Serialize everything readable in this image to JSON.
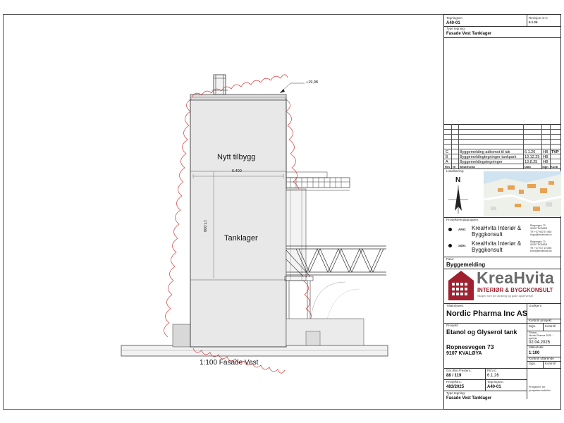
{
  "drawing": {
    "elevation_label": "+19,98",
    "width_dim": "6.400",
    "height_dim": "17.000",
    "area_top_label": "Nytt tilbygg",
    "area_main_label": "Tanklager",
    "caption": "1:100 Fasade Vest"
  },
  "titleblock": {
    "tegningsnr_label": "Tegningsnr.:",
    "tegningsnr_value": "A40-01",
    "revisjon_label": "Revisjon nr.C",
    "revisjon_value": "6.1.26",
    "type_label": "Type tegning:",
    "type_value": "Fasade Vest Tanklager",
    "revisions": [
      {
        "rev": "C",
        "desc": "Byggemelding adkomst til tak",
        "date": "6.1.26",
        "sign": "HB",
        "kontroll": "TVP"
      },
      {
        "rev": "B",
        "desc": "Byggemeldingtegninger tankpark",
        "date": "19.12.25",
        "sign": "HB",
        "kontroll": ""
      },
      {
        "rev": "A",
        "desc": "Byggemeldingstegninger",
        "date": "13.8.25",
        "sign": "HB",
        "kontroll": ""
      }
    ],
    "rev_headers": {
      "rev": "Rev",
      "nr": "Nr",
      "beskrivelse": "Beskrivelse",
      "dato": "Dato",
      "sign": "Sign",
      "kontr": "Kontr"
    },
    "lokalisering_label": "Lokalisering:",
    "north_label": "N",
    "prosjekteringsgruppen_label": "Prosjekteringsgruppen:",
    "ark_label": "ARK:",
    "sok_label": "SØK:",
    "firm_name": "KreaHvita Interiør & Byggkonsult",
    "ark_contact": [
      "Ringvegen 73",
      "9018 TROMSØ",
      "Tlf: +47 902 57 860",
      "hugo@kreahvita.no"
    ],
    "sok_contact": [
      "Ringvegen 73",
      "9018 TROMSØ",
      "Tlf: +47 917 10 855",
      "trond@kreahvita.no"
    ],
    "fase_label": "Fase:",
    "fase_value": "Byggemelding",
    "logo_name": "KreaHvita",
    "logo_sub": "INTERIØR & BYGGKONSULT",
    "logo_tagline": "Skaper rom for utvikling og gode opplevelser",
    "tiltakshaver_label": "Tiltakshaver:",
    "tiltakshaver_value": "Nordic Pharma Inc AS",
    "prosjekt_label": "Prosjekt:",
    "prosjekt_value": "Etanol og Glyserol tank",
    "address_line1": "Ropnesvegen 73",
    "address_line2": "9107 KVALØYA",
    "godkjent_label": "Godkjent",
    "kontroll_prosjekt_label": "Kontroll prosjekt",
    "sign_label": "Sign.",
    "kontroll_label": "Kontroll",
    "filnavn_label": "Filnavn:",
    "filnavn_value": "Nordic Pharma 2025 - april.pin",
    "dato_value": "02.04.2025",
    "malestokk_label": "Målestokk:",
    "malestokk_value": "1:100",
    "kontroll_utforende_label": "Kontroll utførende",
    "grn_label": "Gnr./Bnr./Festenr.:",
    "grn_value": "88 / 119",
    "rev_c_label": "REV.C",
    "rev_c_value": "6.1.26",
    "prosjektnr_label": "Prosjektnr.:",
    "prosjektnr_value": "483/2025",
    "tegningsnr2_label": "Tegningsnr.:",
    "tegningsnr2_value": "A40-01",
    "prosjektnr_for_label": "Prosjektnr. for prosjekterende/lev.",
    "type2_label": "Type tegning:",
    "type2_value": "Fasade Vest Tanklager"
  },
  "colors": {
    "building_fill": "#e8e8e8",
    "cloud": "#d23a3a",
    "logo_red": "#a02030",
    "logo_grey": "#6b6b6b"
  }
}
